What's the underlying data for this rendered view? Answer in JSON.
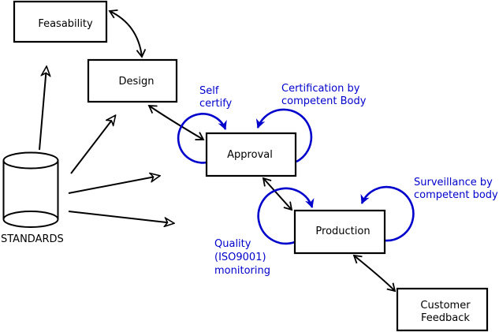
{
  "colors": {
    "line_black": "#000000",
    "annotation_blue": "#0000cc",
    "background": "#ffffff",
    "box_fill": "#ffffff"
  },
  "nodes": {
    "feasability": {
      "label": "Feasability"
    },
    "design": {
      "label": "Design"
    },
    "approval": {
      "label": "Approval"
    },
    "production": {
      "label": "Production"
    },
    "customer_feedback": {
      "line1": "Customer",
      "line2": "Feedback"
    },
    "standards": {
      "label": "STANDARDS"
    }
  },
  "annotations": {
    "self_certify": {
      "line1": "Self",
      "line2": "certify"
    },
    "certification": {
      "line1": "Certification by",
      "line2": "competent Body"
    },
    "surveillance": {
      "line1": "Surveillance by",
      "line2": "competent body"
    },
    "quality": {
      "line1": "Quality",
      "line2": "(ISO9001)",
      "line3": "monitoring"
    }
  }
}
